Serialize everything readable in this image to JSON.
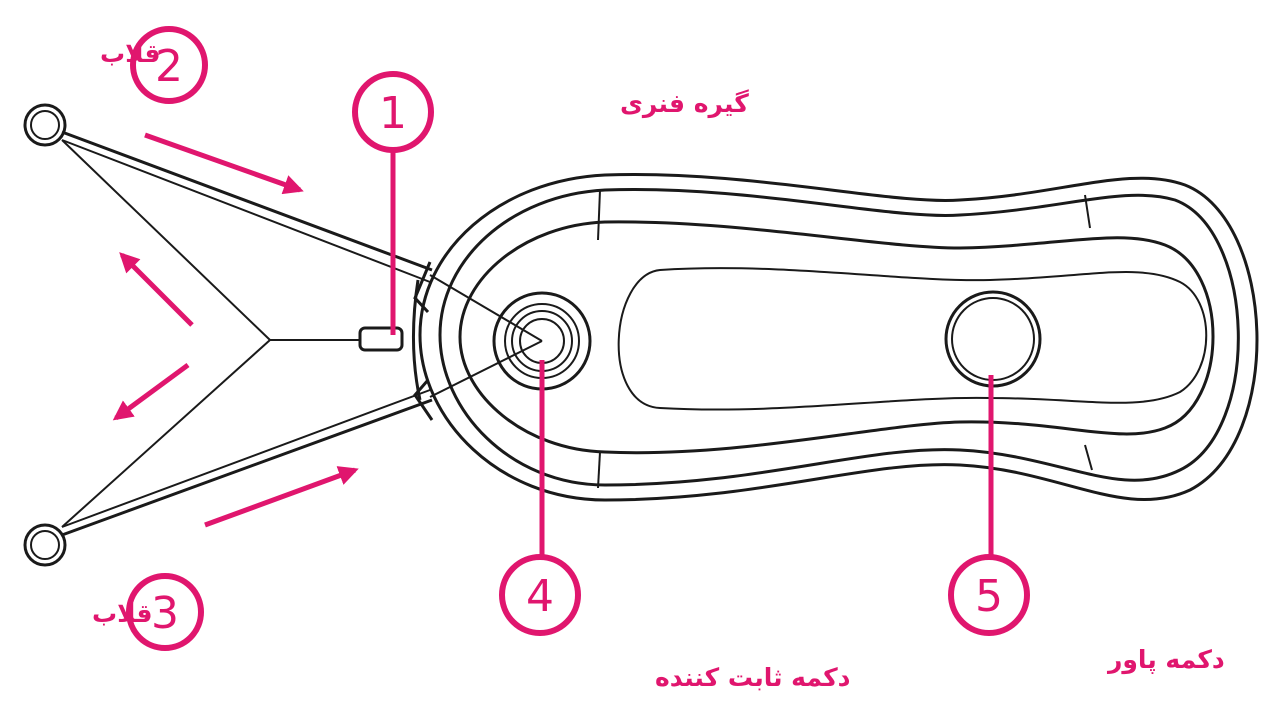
{
  "callouts": [
    {
      "number": "1",
      "label": "گیره فنری"
    },
    {
      "number": "2",
      "label": "قلاب"
    },
    {
      "number": "3",
      "label": "قلاب"
    },
    {
      "number": "4",
      "label": "دکمه ثابت کننده"
    },
    {
      "number": "5",
      "label": "دکمه پاور"
    }
  ],
  "colors": {
    "accent": "#e0166e",
    "line": "#1a1a1a",
    "background": "#ffffff"
  }
}
